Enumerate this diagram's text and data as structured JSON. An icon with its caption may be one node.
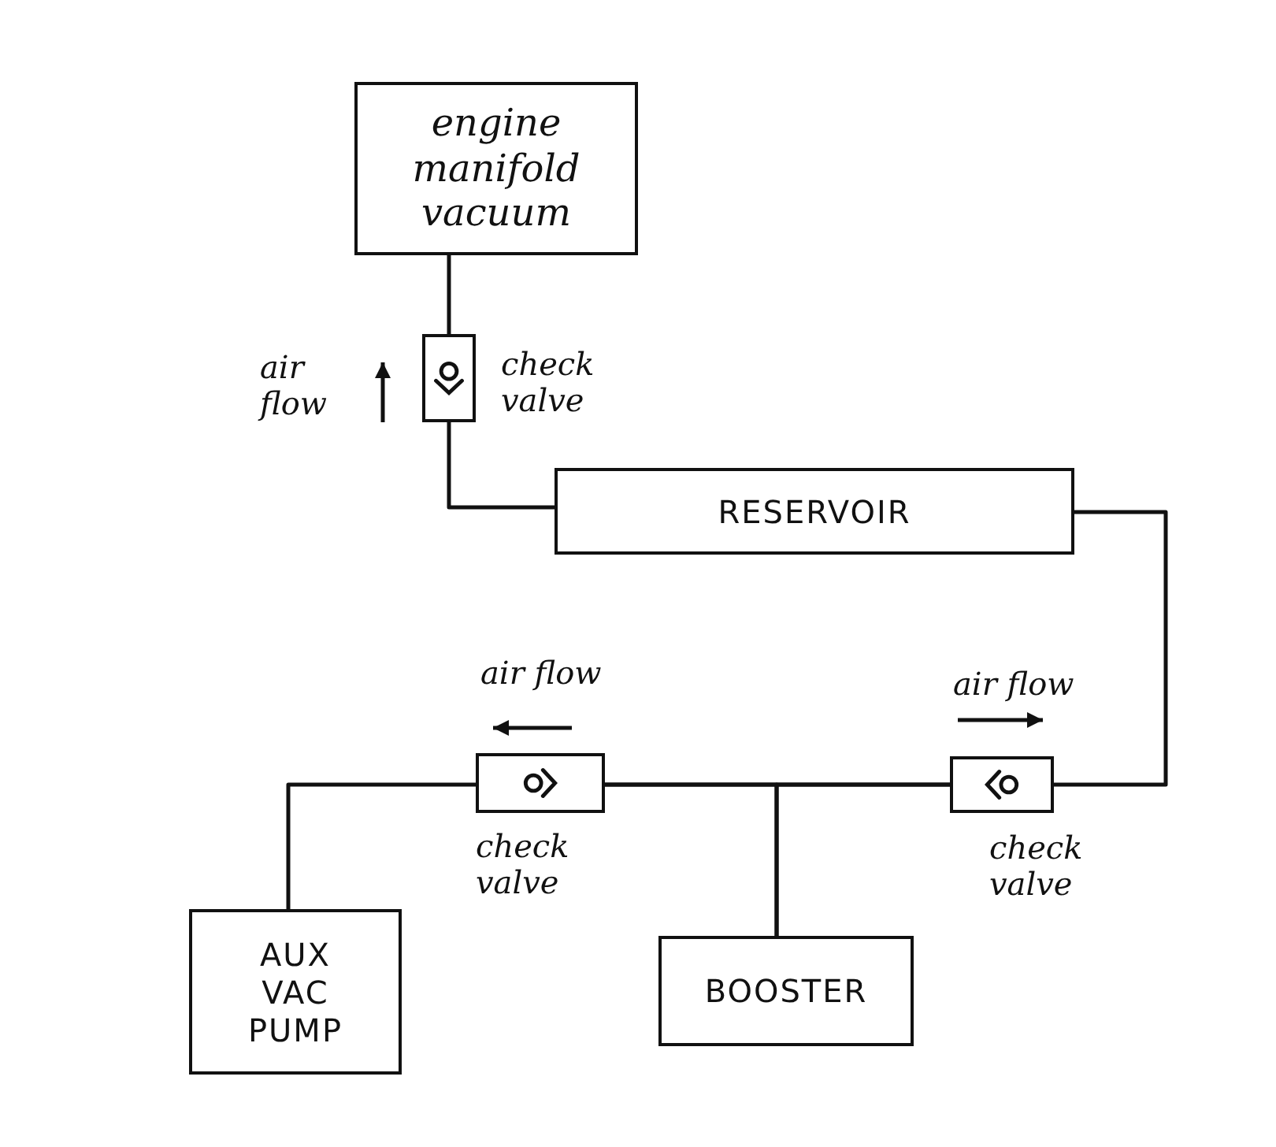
{
  "diagram": {
    "nodes": [
      {
        "text": [
          "engine manifold vacuum"
        ]
      },
      {
        "text": [],
        "shape": "box",
        "beside": [
          "check valve"
        ]
      },
      {
        "text": [
          "RESERVOIR"
        ]
      },
      {
        "text": [],
        "shape": "box",
        "beside": [
          "check valve"
        ]
      },
      {
        "text": [],
        "shape": "box",
        "beside": [
          "check valve"
        ]
      },
      {
        "text": [
          "AUX VAC PUMP"
        ]
      },
      {
        "text": [
          "BOOSTER"
        ]
      }
    ],
    "edges": [
      {
        "from": 0,
        "to": 1,
        "arrow": "none"
      },
      {
        "from": 1,
        "to": 2,
        "arrow": "none"
      },
      {
        "from": 2,
        "to": 4,
        "arrow": "none"
      },
      {
        "from": 4,
        "to": 3,
        "arrow": "none"
      },
      {
        "from": 3,
        "to": 6,
        "arrow": "none"
      },
      {
        "from": 4,
        "to": 6,
        "arrow": "none"
      },
      {
        "from": 3,
        "to": 5,
        "arrow": "none"
      }
    ],
    "labels": [
      "air flow",
      "air flow",
      "air flow"
    ]
  }
}
